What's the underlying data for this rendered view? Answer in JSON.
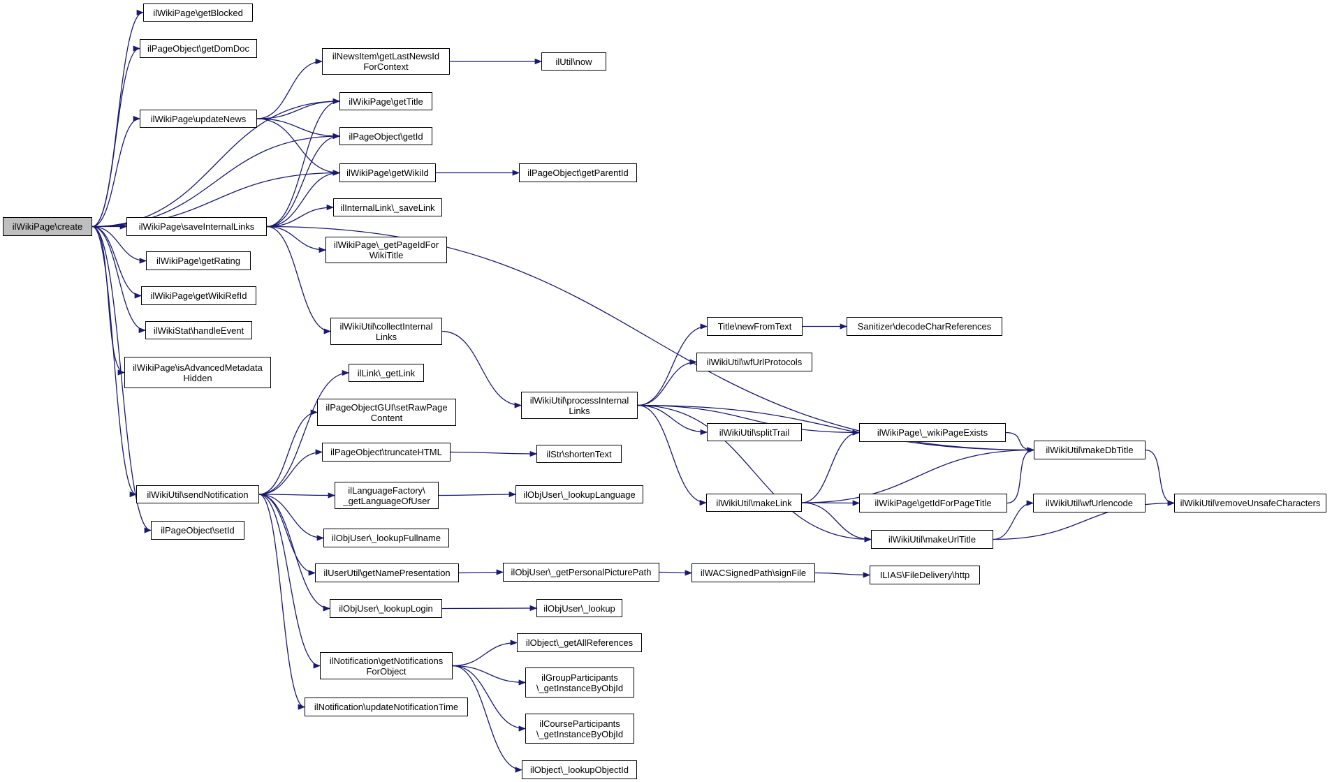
{
  "graph": {
    "nodes": [
      {
        "id": "create",
        "label": [
          "ilWikiPage\\create"
        ],
        "root": true
      },
      {
        "id": "getBlocked",
        "label": [
          "ilWikiPage\\getBlocked"
        ]
      },
      {
        "id": "getDomDoc",
        "label": [
          "ilPageObject\\getDomDoc"
        ]
      },
      {
        "id": "getLastNewsId",
        "label": [
          "ilNewsItem\\getLastNewsId",
          "ForContext"
        ]
      },
      {
        "id": "now",
        "label": [
          "ilUtil\\now"
        ]
      },
      {
        "id": "getTitle",
        "label": [
          "ilWikiPage\\getTitle"
        ]
      },
      {
        "id": "updateNews",
        "label": [
          "ilWikiPage\\updateNews"
        ]
      },
      {
        "id": "getId",
        "label": [
          "ilPageObject\\getId"
        ]
      },
      {
        "id": "getWikiId",
        "label": [
          "ilWikiPage\\getWikiId"
        ]
      },
      {
        "id": "getParentId",
        "label": [
          "ilPageObject\\getParentId"
        ]
      },
      {
        "id": "saveLink",
        "label": [
          "ilInternalLink\\_saveLink"
        ]
      },
      {
        "id": "saveInternalLinks",
        "label": [
          "ilWikiPage\\saveInternalLinks"
        ]
      },
      {
        "id": "getPageIdForWikiTitle",
        "label": [
          "ilWikiPage\\_getPageIdFor",
          "WikiTitle"
        ]
      },
      {
        "id": "getRating",
        "label": [
          "ilWikiPage\\getRating"
        ]
      },
      {
        "id": "getWikiRefId",
        "label": [
          "ilWikiPage\\getWikiRefId"
        ]
      },
      {
        "id": "handleEvent",
        "label": [
          "ilWikiStat\\handleEvent"
        ]
      },
      {
        "id": "collectInternalLinks",
        "label": [
          "ilWikiUtil\\collectInternal",
          "Links"
        ]
      },
      {
        "id": "newFromText",
        "label": [
          "Title\\newFromText"
        ]
      },
      {
        "id": "decodeCharReferences",
        "label": [
          "Sanitizer\\decodeCharReferences"
        ]
      },
      {
        "id": "isAdvancedMetadataHidden",
        "label": [
          "ilWikiPage\\isAdvancedMetadata",
          "Hidden"
        ]
      },
      {
        "id": "wfUrlProtocols",
        "label": [
          "ilWikiUtil\\wfUrlProtocols"
        ]
      },
      {
        "id": "getLink",
        "label": [
          "ilLink\\_getLink"
        ]
      },
      {
        "id": "processInternalLinks",
        "label": [
          "ilWikiUtil\\processInternal",
          "Links"
        ]
      },
      {
        "id": "setRawPageContent",
        "label": [
          "ilPageObjectGUI\\setRawPage",
          "Content"
        ]
      },
      {
        "id": "splitTrail",
        "label": [
          "ilWikiUtil\\splitTrail"
        ]
      },
      {
        "id": "wikiPageExists",
        "label": [
          "ilWikiPage\\_wikiPageExists"
        ]
      },
      {
        "id": "truncateHTML",
        "label": [
          "ilPageObject\\truncateHTML"
        ]
      },
      {
        "id": "shortenText",
        "label": [
          "ilStr\\shortenText"
        ]
      },
      {
        "id": "makeDbTitle",
        "label": [
          "ilWikiUtil\\makeDbTitle"
        ]
      },
      {
        "id": "sendNotification",
        "label": [
          "ilWikiUtil\\sendNotification"
        ]
      },
      {
        "id": "getLanguageOfUser",
        "label": [
          "ilLanguageFactory\\",
          "_getLanguageOfUser"
        ]
      },
      {
        "id": "lookupLanguage",
        "label": [
          "ilObjUser\\_lookupLanguage"
        ]
      },
      {
        "id": "makeLink",
        "label": [
          "ilWikiUtil\\makeLink"
        ]
      },
      {
        "id": "getIdForPageTitle",
        "label": [
          "ilWikiPage\\getIdForPageTitle"
        ]
      },
      {
        "id": "wfUrlencode",
        "label": [
          "ilWikiUtil\\wfUrlencode"
        ]
      },
      {
        "id": "removeUnsafeCharacters",
        "label": [
          "ilWikiUtil\\removeUnsafeCharacters"
        ]
      },
      {
        "id": "setId",
        "label": [
          "ilPageObject\\setId"
        ]
      },
      {
        "id": "lookupFullname",
        "label": [
          "ilObjUser\\_lookupFullname"
        ]
      },
      {
        "id": "makeUrlTitle",
        "label": [
          "ilWikiUtil\\makeUrlTitle"
        ]
      },
      {
        "id": "getNamePresentation",
        "label": [
          "ilUserUtil\\getNamePresentation"
        ]
      },
      {
        "id": "getPersonalPicturePath",
        "label": [
          "ilObjUser\\_getPersonalPicturePath"
        ]
      },
      {
        "id": "signFile",
        "label": [
          "ilWACSignedPath\\signFile"
        ]
      },
      {
        "id": "http",
        "label": [
          "ILIAS\\FileDelivery\\http"
        ]
      },
      {
        "id": "lookupLogin",
        "label": [
          "ilObjUser\\_lookupLogin"
        ]
      },
      {
        "id": "lookup",
        "label": [
          "ilObjUser\\_lookup"
        ]
      },
      {
        "id": "getAllReferences",
        "label": [
          "ilObject\\_getAllReferences"
        ]
      },
      {
        "id": "getNotificationsForObject",
        "label": [
          "ilNotification\\getNotifications",
          "ForObject"
        ]
      },
      {
        "id": "groupGetInstanceByObjId",
        "label": [
          "ilGroupParticipants",
          "\\_getInstanceByObjId"
        ]
      },
      {
        "id": "updateNotificationTime",
        "label": [
          "ilNotification\\updateNotificationTime"
        ]
      },
      {
        "id": "courseGetInstanceByObjId",
        "label": [
          "ilCourseParticipants",
          "\\_getInstanceByObjId"
        ]
      },
      {
        "id": "lookupObjectId",
        "label": [
          "ilObject\\_lookupObjectId"
        ]
      }
    ],
    "edges": [
      [
        "create",
        "getBlocked"
      ],
      [
        "create",
        "getDomDoc"
      ],
      [
        "create",
        "getTitle"
      ],
      [
        "create",
        "updateNews"
      ],
      [
        "create",
        "getId"
      ],
      [
        "create",
        "getWikiId"
      ],
      [
        "create",
        "saveInternalLinks"
      ],
      [
        "create",
        "getRating"
      ],
      [
        "create",
        "getWikiRefId"
      ],
      [
        "create",
        "handleEvent"
      ],
      [
        "create",
        "isAdvancedMetadataHidden"
      ],
      [
        "create",
        "sendNotification"
      ],
      [
        "create",
        "setId"
      ],
      [
        "updateNews",
        "getLastNewsId"
      ],
      [
        "updateNews",
        "getTitle"
      ],
      [
        "updateNews",
        "getId"
      ],
      [
        "updateNews",
        "getWikiId"
      ],
      [
        "getLastNewsId",
        "now"
      ],
      [
        "getWikiId",
        "getParentId"
      ],
      [
        "saveInternalLinks",
        "getTitle"
      ],
      [
        "saveInternalLinks",
        "getId"
      ],
      [
        "saveInternalLinks",
        "getWikiId"
      ],
      [
        "saveInternalLinks",
        "saveLink"
      ],
      [
        "saveInternalLinks",
        "getPageIdForWikiTitle"
      ],
      [
        "saveInternalLinks",
        "makeDbTitle"
      ],
      [
        "saveInternalLinks",
        "collectInternalLinks"
      ],
      [
        "collectInternalLinks",
        "processInternalLinks"
      ],
      [
        "processInternalLinks",
        "newFromText"
      ],
      [
        "processInternalLinks",
        "wfUrlProtocols"
      ],
      [
        "processInternalLinks",
        "makeDbTitle"
      ],
      [
        "processInternalLinks",
        "splitTrail"
      ],
      [
        "processInternalLinks",
        "wikiPageExists"
      ],
      [
        "processInternalLinks",
        "makeLink"
      ],
      [
        "processInternalLinks",
        "makeUrlTitle"
      ],
      [
        "newFromText",
        "decodeCharReferences"
      ],
      [
        "wikiPageExists",
        "makeDbTitle"
      ],
      [
        "makeLink",
        "wikiPageExists"
      ],
      [
        "makeLink",
        "makeDbTitle"
      ],
      [
        "makeLink",
        "getIdForPageTitle"
      ],
      [
        "makeLink",
        "makeUrlTitle"
      ],
      [
        "getIdForPageTitle",
        "makeDbTitle"
      ],
      [
        "makeDbTitle",
        "removeUnsafeCharacters"
      ],
      [
        "makeUrlTitle",
        "wfUrlencode"
      ],
      [
        "makeUrlTitle",
        "removeUnsafeCharacters"
      ],
      [
        "sendNotification",
        "getLink"
      ],
      [
        "sendNotification",
        "setRawPageContent"
      ],
      [
        "sendNotification",
        "truncateHTML"
      ],
      [
        "sendNotification",
        "getLanguageOfUser"
      ],
      [
        "sendNotification",
        "lookupFullname"
      ],
      [
        "sendNotification",
        "getNamePresentation"
      ],
      [
        "sendNotification",
        "lookupLogin"
      ],
      [
        "sendNotification",
        "getNotificationsForObject"
      ],
      [
        "sendNotification",
        "updateNotificationTime"
      ],
      [
        "truncateHTML",
        "shortenText"
      ],
      [
        "getLanguageOfUser",
        "lookupLanguage"
      ],
      [
        "getNamePresentation",
        "getPersonalPicturePath"
      ],
      [
        "getPersonalPicturePath",
        "signFile"
      ],
      [
        "signFile",
        "http"
      ],
      [
        "lookupLogin",
        "lookup"
      ],
      [
        "getNotificationsForObject",
        "getAllReferences"
      ],
      [
        "getNotificationsForObject",
        "groupGetInstanceByObjId"
      ],
      [
        "getNotificationsForObject",
        "courseGetInstanceByObjId"
      ],
      [
        "getNotificationsForObject",
        "lookupObjectId"
      ]
    ]
  },
  "colors": {
    "edge": "#191970",
    "node_border": "#000000",
    "node_fill": "#ffffff",
    "root_fill": "#bfbfbf"
  }
}
